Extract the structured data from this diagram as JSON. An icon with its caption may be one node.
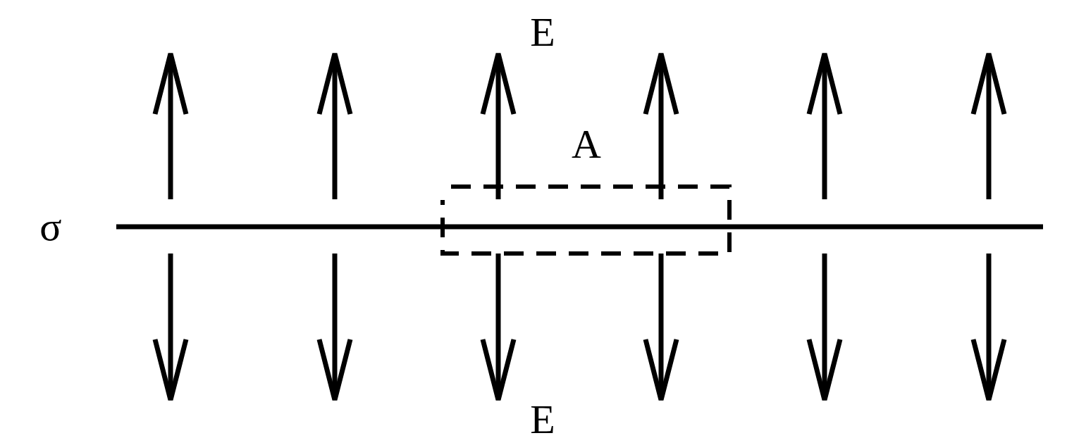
{
  "diagram": {
    "labels": [
      "E",
      "A",
      "σ",
      "E"
    ]
  }
}
